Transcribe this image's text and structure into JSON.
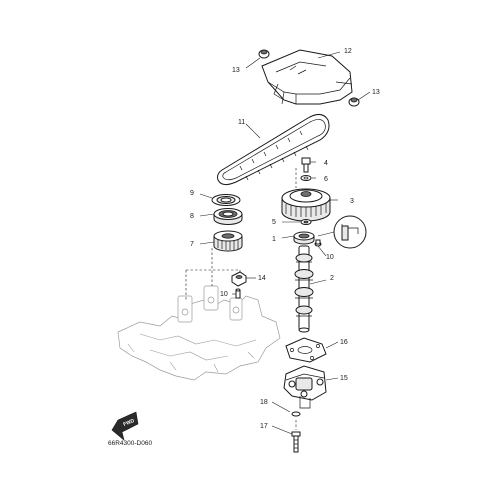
{
  "diagram": {
    "drawing_code": "66R4300-D060",
    "direction_arrow": "FWD",
    "callouts": {
      "c1": "1",
      "c2": "2",
      "c3": "3",
      "c4": "4",
      "c5": "5",
      "c6": "6",
      "c7": "7",
      "c8": "8",
      "c9": "9",
      "c10a": "10",
      "c10b": "10",
      "c11": "11",
      "c12": "12",
      "c13a": "13",
      "c13b": "13",
      "c14": "14",
      "c15": "15",
      "c16": "16",
      "c17": "17",
      "c18": "18"
    }
  }
}
